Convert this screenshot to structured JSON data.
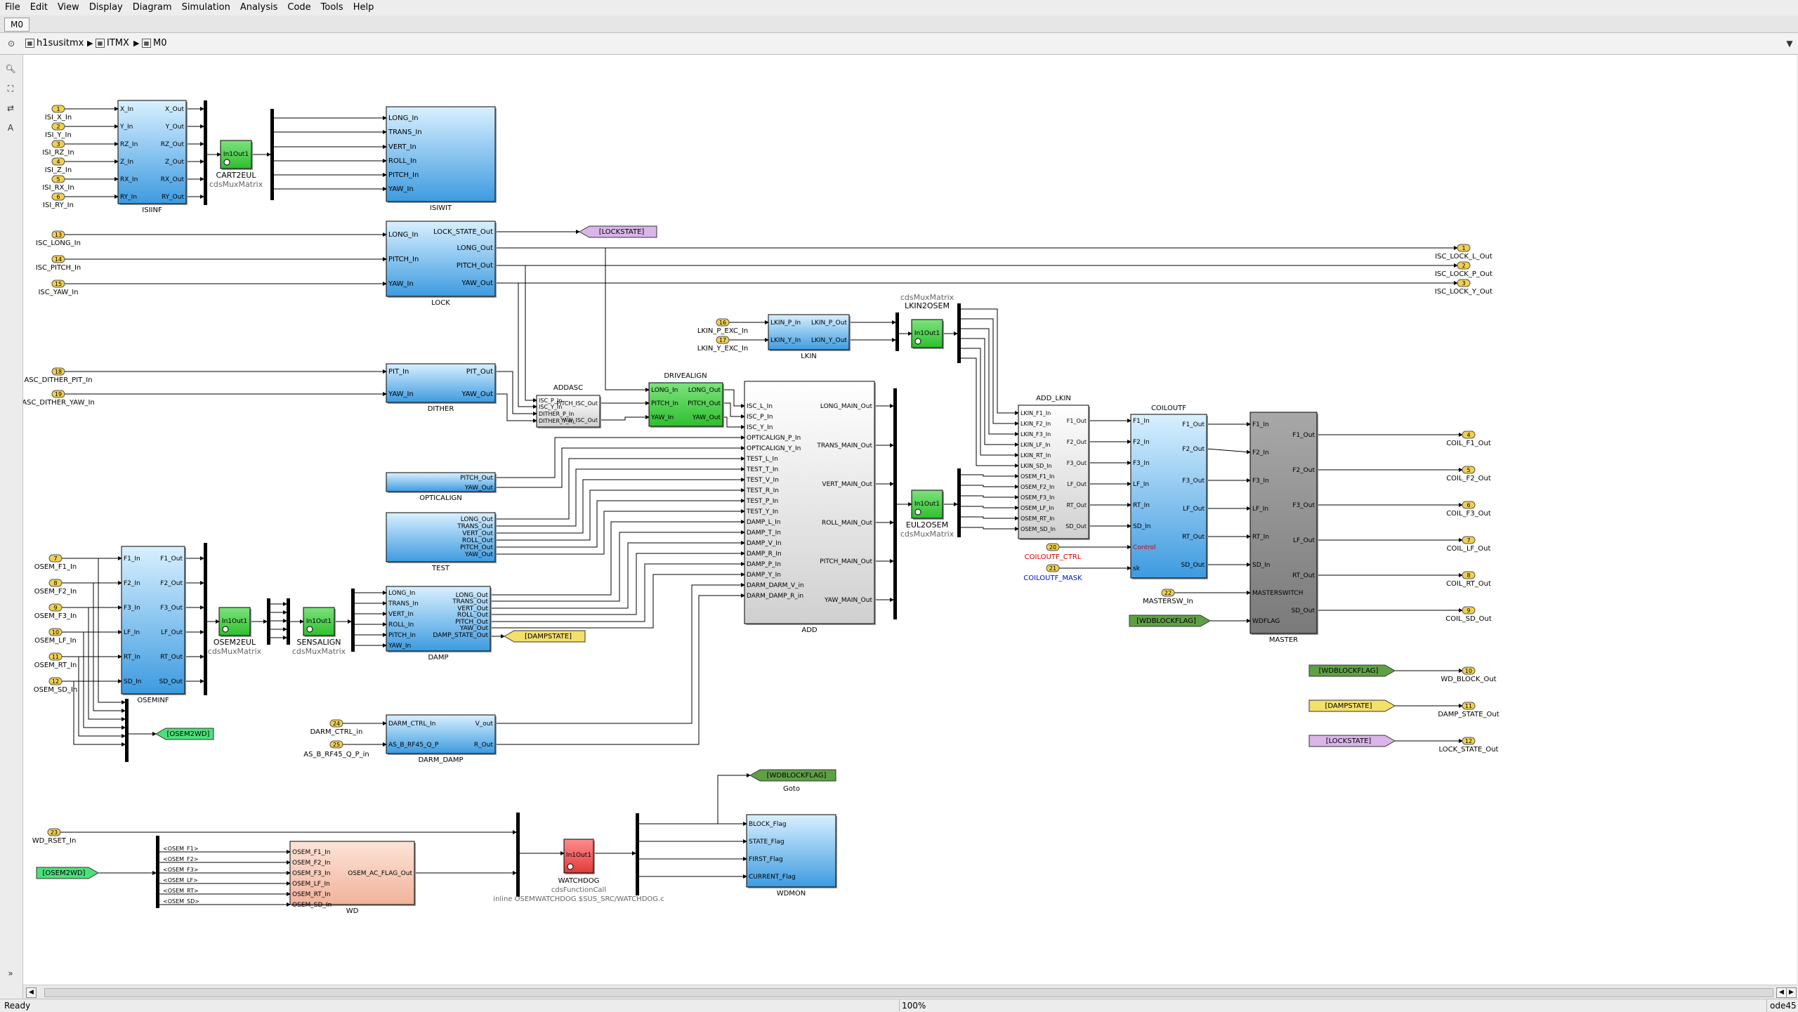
{
  "menus": [
    "File",
    "Edit",
    "View",
    "Display",
    "Diagram",
    "Simulation",
    "Analysis",
    "Code",
    "Tools",
    "Help"
  ],
  "model_tab": "M0",
  "breadcrumbs": [
    "h1susitmx",
    "ITMX",
    "M0"
  ],
  "status": {
    "left": "Ready",
    "zoom": "100%",
    "solver": "ode45"
  },
  "diagram": {
    "blocks": {
      "ISIINF": {
        "name": "ISIINF",
        "in": [
          "X_In",
          "Y_In",
          "RZ_In",
          "Z_In",
          "RX_In",
          "RY_In"
        ],
        "out": [
          "X_Out",
          "Y_Out",
          "RZ_Out",
          "Z_Out",
          "RX_Out",
          "RY_Out"
        ]
      },
      "CART2EUL": {
        "name": "CART2EUL",
        "lib": "cdsMuxMatrix",
        "ports": "In1Out1"
      },
      "ISIWIT": {
        "name": "ISIWIT",
        "in": [
          "LONG_In",
          "TRANS_In",
          "VERT_In",
          "ROLL_In",
          "PITCH_In",
          "YAW_In"
        ]
      },
      "LOCK": {
        "name": "LOCK",
        "in": [
          "LONG_In",
          "PITCH_In",
          "YAW_In"
        ],
        "out": [
          "LOCK_STATE_Out",
          "LONG_Out",
          "PITCH_Out",
          "YAW_Out"
        ]
      },
      "DITHER": {
        "name": "DITHER",
        "in": [
          "PIT_In",
          "YAW_In"
        ],
        "out": [
          "PIT_Out",
          "YAW_Out"
        ]
      },
      "ADDASC": {
        "name": "ADDASC",
        "in": [
          "ISC_P_In",
          "ISC_Y_In",
          "DITHER_P_In",
          "DITHER_Y_In"
        ],
        "out": [
          "PITCH_ISC_Out",
          "YAW_ISC_Out"
        ]
      },
      "DRIVEALIGN": {
        "name": "DRIVEALIGN",
        "in": [
          "LONG_In",
          "PITCH_In",
          "YAW_In"
        ],
        "out": [
          "LONG_Out",
          "PITCH_Out",
          "YAW_Out"
        ]
      },
      "OPTICALIGN": {
        "name": "OPTICALIGN",
        "out": [
          "PITCH_Out",
          "YAW_Out"
        ]
      },
      "TEST": {
        "name": "TEST",
        "out": [
          "LONG_Out",
          "TRANS_Out",
          "VERT_Out",
          "ROLL_Out",
          "PITCH_Out",
          "YAW_Out"
        ]
      },
      "LKIN": {
        "name": "LKIN",
        "in": [
          "LKIN_P_In",
          "LKIN_Y_In"
        ],
        "out": [
          "LKIN_P_Out",
          "LKIN_Y_Out"
        ]
      },
      "LKIN2OSEM": {
        "name": "LKIN2OSEM",
        "lib": "cdsMuxMatrix",
        "ports": "In1Out1"
      },
      "ADD": {
        "name": "ADD",
        "in": [
          "ISC_L_In",
          "ISC_P_In",
          "ISC_Y_In",
          "OPTICALIGN_P_In",
          "OPTICALIGN_Y_In",
          "TEST_L_In",
          "TEST_T_In",
          "TEST_V_In",
          "TEST_R_In",
          "TEST_P_In",
          "TEST_Y_In",
          "DAMP_L_In",
          "DAMP_T_In",
          "DAMP_V_In",
          "DAMP_R_In",
          "DAMP_P_In",
          "DAMP_Y_In",
          "DARM_DARM_V_in",
          "DARM_DAMP_R_in"
        ],
        "out": [
          "LONG_MAIN_Out",
          "TRANS_MAIN_Out",
          "VERT_MAIN_Out",
          "ROLL_MAIN_Out",
          "PITCH_MAIN_Out",
          "YAW_MAIN_Out"
        ]
      },
      "EUL2OSEM": {
        "name": "EUL2OSEM",
        "lib": "cdsMuxMatrix",
        "ports": "In1Out1"
      },
      "ADD_LKIN": {
        "name": "ADD_LKIN",
        "in": [
          "LKIN_F1_In",
          "LKIN_F2_In",
          "LKIN_F3_In",
          "LKIN_LF_In",
          "LKIN_RT_In",
          "LKIN_SD_In",
          "OSEM_F1_In",
          "OSEM_F2_In",
          "OSEM_F3_In",
          "OSEM_LF_In",
          "OSEM_RT_In",
          "OSEM_SD_In"
        ],
        "out": [
          "F1_Out",
          "F2_Out",
          "F3_Out",
          "LF_Out",
          "RT_Out",
          "SD_Out"
        ]
      },
      "COILOUTF": {
        "name": "COILOUTF",
        "in": [
          "F1_In",
          "F2_In",
          "F3_In",
          "LF_In",
          "RT_In",
          "SD_In",
          "Control",
          "sk"
        ],
        "out": [
          "F1_Out",
          "F2_Out",
          "F3_Out",
          "LF_Out",
          "RT_Out",
          "SD_Out"
        ]
      },
      "MASTER": {
        "name": "MASTER",
        "in": [
          "F1_In",
          "F2_In",
          "F3_In",
          "LF_In",
          "RT_In",
          "SD_In",
          "MASTERSWITCH",
          "WDFLAG"
        ],
        "out": [
          "F1_Out",
          "F2_Out",
          "F3_Out",
          "LF_Out",
          "RT_Out",
          "SD_Out"
        ]
      },
      "OSEMINF": {
        "name": "OSEMINF",
        "in": [
          "F1_In",
          "F2_In",
          "F3_In",
          "LF_In",
          "RT_In",
          "SD_In"
        ],
        "out": [
          "F1_Out",
          "F2_Out",
          "F3_Out",
          "LF_Out",
          "RT_Out",
          "SD_Out"
        ]
      },
      "OSEM2EUL": {
        "name": "OSEM2EUL",
        "lib": "cdsMuxMatrix",
        "ports": "In1Out1"
      },
      "SENSALIGN": {
        "name": "SENSALIGN",
        "lib": "cdsMuxMatrix",
        "ports": "In1Out1"
      },
      "DAMP": {
        "name": "DAMP",
        "in": [
          "LONG_In",
          "TRANS_In",
          "VERT_In",
          "ROLL_In",
          "PITCH_In",
          "YAW_In"
        ],
        "out": [
          "LONG_Out",
          "TRANS_Out",
          "VERT_Out",
          "ROLL_Out",
          "PITCH_Out",
          "YAW_Out",
          "DAMP_STATE_Out"
        ]
      },
      "DARM_DAMP": {
        "name": "DARM_DAMP",
        "in": [
          "DARM_CTRL_In",
          "AS_B_RF45_Q_P"
        ],
        "out": [
          "V_out",
          "R_Out"
        ]
      },
      "WD": {
        "name": "WD",
        "in": [
          "OSEM_F1_In",
          "OSEM_F2_In",
          "OSEM_F3_In",
          "OSEM_LF_In",
          "OSEM_RT_In",
          "OSEM_SD_In"
        ],
        "out": [
          "OSEM_AC_FLAG_Out"
        ]
      },
      "WATCHDOG": {
        "name": "WATCHDOG",
        "lib": "cdsFunctionCall",
        "note": "inline OSEMWATCHDOG $SUS_SRC/WATCHDOG.c",
        "ports": "In1Out1"
      },
      "WDMON": {
        "name": "WDMON",
        "in": [
          "BLOCK_Flag",
          "STATE_Flag",
          "FIRST_Flag",
          "CURRENT_Flag"
        ]
      }
    },
    "inports": [
      {
        "num": "1",
        "label": "ISI_X_In"
      },
      {
        "num": "2",
        "label": "ISI_Y_In"
      },
      {
        "num": "3",
        "label": "ISI_RZ_In"
      },
      {
        "num": "4",
        "label": "ISI_Z_In"
      },
      {
        "num": "5",
        "label": "ISI_RX_In"
      },
      {
        "num": "6",
        "label": "ISI_RY_In"
      },
      {
        "num": "13",
        "label": "ISC_LONG_In"
      },
      {
        "num": "14",
        "label": "ISC_PITCH_In"
      },
      {
        "num": "15",
        "label": "ISC_YAW_In"
      },
      {
        "num": "18",
        "label": "ASC_DITHER_PIT_In"
      },
      {
        "num": "19",
        "label": "ASC_DITHER_YAW_In"
      },
      {
        "num": "16",
        "label": "LKIN_P_EXC_In"
      },
      {
        "num": "17",
        "label": "LKIN_Y_EXC_In"
      },
      {
        "num": "7",
        "label": "OSEM_F1_In"
      },
      {
        "num": "8",
        "label": "OSEM_F2_In"
      },
      {
        "num": "9",
        "label": "OSEM_F3_In"
      },
      {
        "num": "10",
        "label": "OSEM_LF_In"
      },
      {
        "num": "11",
        "label": "OSEM_RT_In"
      },
      {
        "num": "12",
        "label": "OSEM_SD_In"
      },
      {
        "num": "24",
        "label": "DARM_CTRL_in"
      },
      {
        "num": "25",
        "label": "AS_B_RF45_Q_P_in"
      },
      {
        "num": "23",
        "label": "WD_RSET_In"
      },
      {
        "num": "20",
        "label": "COILOUTF_CTRL"
      },
      {
        "num": "21",
        "label": "COILOUTF_MASK"
      },
      {
        "num": "22",
        "label": "MASTERSW_In"
      }
    ],
    "outports": [
      {
        "num": "1",
        "label": "ISC_LOCK_L_Out"
      },
      {
        "num": "2",
        "label": "ISC_LOCK_P_Out"
      },
      {
        "num": "3",
        "label": "ISC_LOCK_Y_Out"
      },
      {
        "num": "4",
        "label": "COIL_F1_Out"
      },
      {
        "num": "5",
        "label": "COIL_F2_Out"
      },
      {
        "num": "6",
        "label": "COIL_F3_Out"
      },
      {
        "num": "7",
        "label": "COIL_LF_Out"
      },
      {
        "num": "8",
        "label": "COIL_RT_Out"
      },
      {
        "num": "9",
        "label": "COIL_SD_Out"
      },
      {
        "num": "10",
        "label": "WD_BLOCK_Out"
      },
      {
        "num": "11",
        "label": "DAMP_STATE_Out"
      },
      {
        "num": "12",
        "label": "LOCK_STATE_Out"
      }
    ],
    "gotos": [
      "[LOCKSTATE]",
      "[DAMPSTATE]",
      "[OSEM2WD]",
      "[WDBLOCKFLAG]"
    ],
    "froms": [
      "[WDBLOCKFLAG]",
      "[WDBLOCKFLAG]",
      "[DAMPSTATE]",
      "[LOCKSTATE]",
      "[OSEM2WD]"
    ],
    "goto_caption": "Goto",
    "selector_labels": [
      "<OSEM_F1>",
      "<OSEM_F2>",
      "<OSEM_F3>",
      "<OSEM_LF>",
      "<OSEM_RT>",
      "<OSEM_SD>"
    ],
    "inout_label": "In1Out1",
    "colors": {
      "blue_top": "#d9f0ff",
      "blue_bottom": "#3d9be0",
      "green": "#2fbf2f",
      "red": "#e23a3a",
      "salmon": "#f1b39b",
      "gray": "#7a7a7a",
      "port": "#f0d050",
      "goto_lock": "#d9b5e8",
      "goto_damp": "#f3e06a",
      "goto_wd": "#5fa045",
      "goto_osem": "#4ce07a"
    }
  }
}
